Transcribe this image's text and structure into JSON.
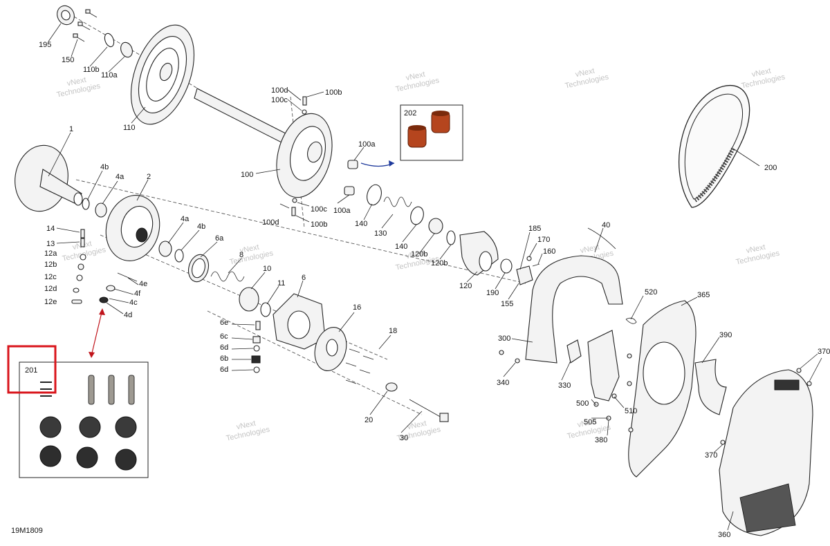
{
  "diagram_code": "19M1809",
  "watermark": {
    "line1": "vNext",
    "line2": "Technologies",
    "full": "vNext Technologies"
  },
  "inset_labels": {
    "kit_201": "201",
    "kit_202": "202"
  },
  "part_labels": [
    {
      "id": "195",
      "text": "195"
    },
    {
      "id": "150",
      "text": "150"
    },
    {
      "id": "110b",
      "text": "110b"
    },
    {
      "id": "110a",
      "text": "110a"
    },
    {
      "id": "110",
      "text": "110"
    },
    {
      "id": "100d_top",
      "text": "100d"
    },
    {
      "id": "100b_top",
      "text": "100b"
    },
    {
      "id": "100c_top",
      "text": "100c"
    },
    {
      "id": "100",
      "text": "100"
    },
    {
      "id": "100a_top",
      "text": "100a"
    },
    {
      "id": "100a_bot",
      "text": "100a"
    },
    {
      "id": "100c_bot",
      "text": "100c"
    },
    {
      "id": "100d_bot",
      "text": "100d"
    },
    {
      "id": "100b_bot",
      "text": "100b"
    },
    {
      "id": "1",
      "text": "1"
    },
    {
      "id": "4b_top",
      "text": "4b"
    },
    {
      "id": "4a_top",
      "text": "4a"
    },
    {
      "id": "2",
      "text": "2"
    },
    {
      "id": "14",
      "text": "14"
    },
    {
      "id": "13",
      "text": "13"
    },
    {
      "id": "12a",
      "text": "12a"
    },
    {
      "id": "12b",
      "text": "12b"
    },
    {
      "id": "12c",
      "text": "12c"
    },
    {
      "id": "12d",
      "text": "12d"
    },
    {
      "id": "12e",
      "text": "12e"
    },
    {
      "id": "4e",
      "text": "4e"
    },
    {
      "id": "4f",
      "text": "4f"
    },
    {
      "id": "4c",
      "text": "4c"
    },
    {
      "id": "4d",
      "text": "4d"
    },
    {
      "id": "4a_mid",
      "text": "4a"
    },
    {
      "id": "4b_mid",
      "text": "4b"
    },
    {
      "id": "6a",
      "text": "6a"
    },
    {
      "id": "8",
      "text": "8"
    },
    {
      "id": "10",
      "text": "10"
    },
    {
      "id": "11",
      "text": "11"
    },
    {
      "id": "6",
      "text": "6"
    },
    {
      "id": "6e",
      "text": "6e"
    },
    {
      "id": "6c",
      "text": "6c"
    },
    {
      "id": "6d_a",
      "text": "6d"
    },
    {
      "id": "6b",
      "text": "6b"
    },
    {
      "id": "6d_b",
      "text": "6d"
    },
    {
      "id": "16",
      "text": "16"
    },
    {
      "id": "18",
      "text": "18"
    },
    {
      "id": "20",
      "text": "20"
    },
    {
      "id": "30",
      "text": "30"
    },
    {
      "id": "140_a",
      "text": "140"
    },
    {
      "id": "130",
      "text": "130"
    },
    {
      "id": "140_b",
      "text": "140"
    },
    {
      "id": "120b_a",
      "text": "120b"
    },
    {
      "id": "120b_b",
      "text": "120b"
    },
    {
      "id": "120",
      "text": "120"
    },
    {
      "id": "190",
      "text": "190"
    },
    {
      "id": "155",
      "text": "155"
    },
    {
      "id": "185",
      "text": "185"
    },
    {
      "id": "170",
      "text": "170"
    },
    {
      "id": "160",
      "text": "160"
    },
    {
      "id": "40",
      "text": "40"
    },
    {
      "id": "200",
      "text": "200"
    },
    {
      "id": "520",
      "text": "520"
    },
    {
      "id": "365",
      "text": "365"
    },
    {
      "id": "300",
      "text": "300"
    },
    {
      "id": "340",
      "text": "340"
    },
    {
      "id": "330",
      "text": "330"
    },
    {
      "id": "390",
      "text": "390"
    },
    {
      "id": "370_a",
      "text": "370"
    },
    {
      "id": "370_b",
      "text": "370"
    },
    {
      "id": "500",
      "text": "500"
    },
    {
      "id": "505",
      "text": "505"
    },
    {
      "id": "510",
      "text": "510"
    },
    {
      "id": "380",
      "text": "380"
    },
    {
      "id": "360",
      "text": "360"
    }
  ],
  "colors": {
    "highlight_box": "#d9141b",
    "arrow_red": "#c0141b",
    "arrow_blue": "#1f3a9c",
    "bushing": "#b5451e"
  }
}
